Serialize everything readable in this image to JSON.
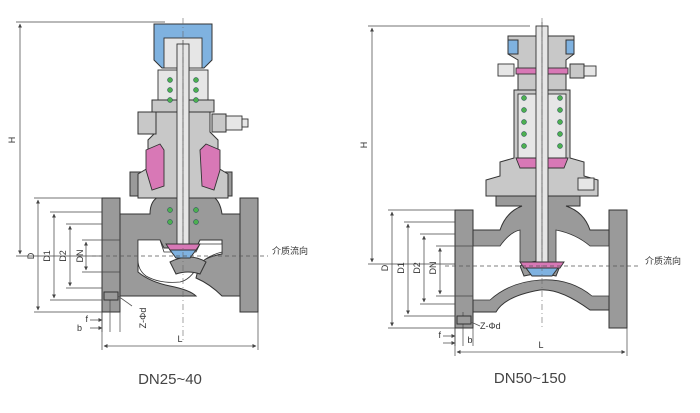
{
  "left_valve": {
    "caption": "DN25~40",
    "dims": {
      "H": "H",
      "D": "D",
      "D1": "D1",
      "D2": "D2",
      "DN": "DN",
      "b": "b",
      "f": "f",
      "zd": "Z-Φd",
      "L": "L"
    },
    "flow_label": "介质流向"
  },
  "right_valve": {
    "caption": "DN50~150",
    "dims": {
      "H": "H",
      "D": "D",
      "D1": "D1",
      "D2": "D2",
      "DN": "DN",
      "b": "b",
      "f": "f",
      "zd": "Z-Φd",
      "L": "L"
    },
    "flow_label": "介质流向"
  },
  "colors": {
    "body": "#9a9a9a",
    "bonnet": "#c8c8c8",
    "cap": "#7fb2e0",
    "seal": "#d878b6",
    "spring": "#4caf50"
  }
}
